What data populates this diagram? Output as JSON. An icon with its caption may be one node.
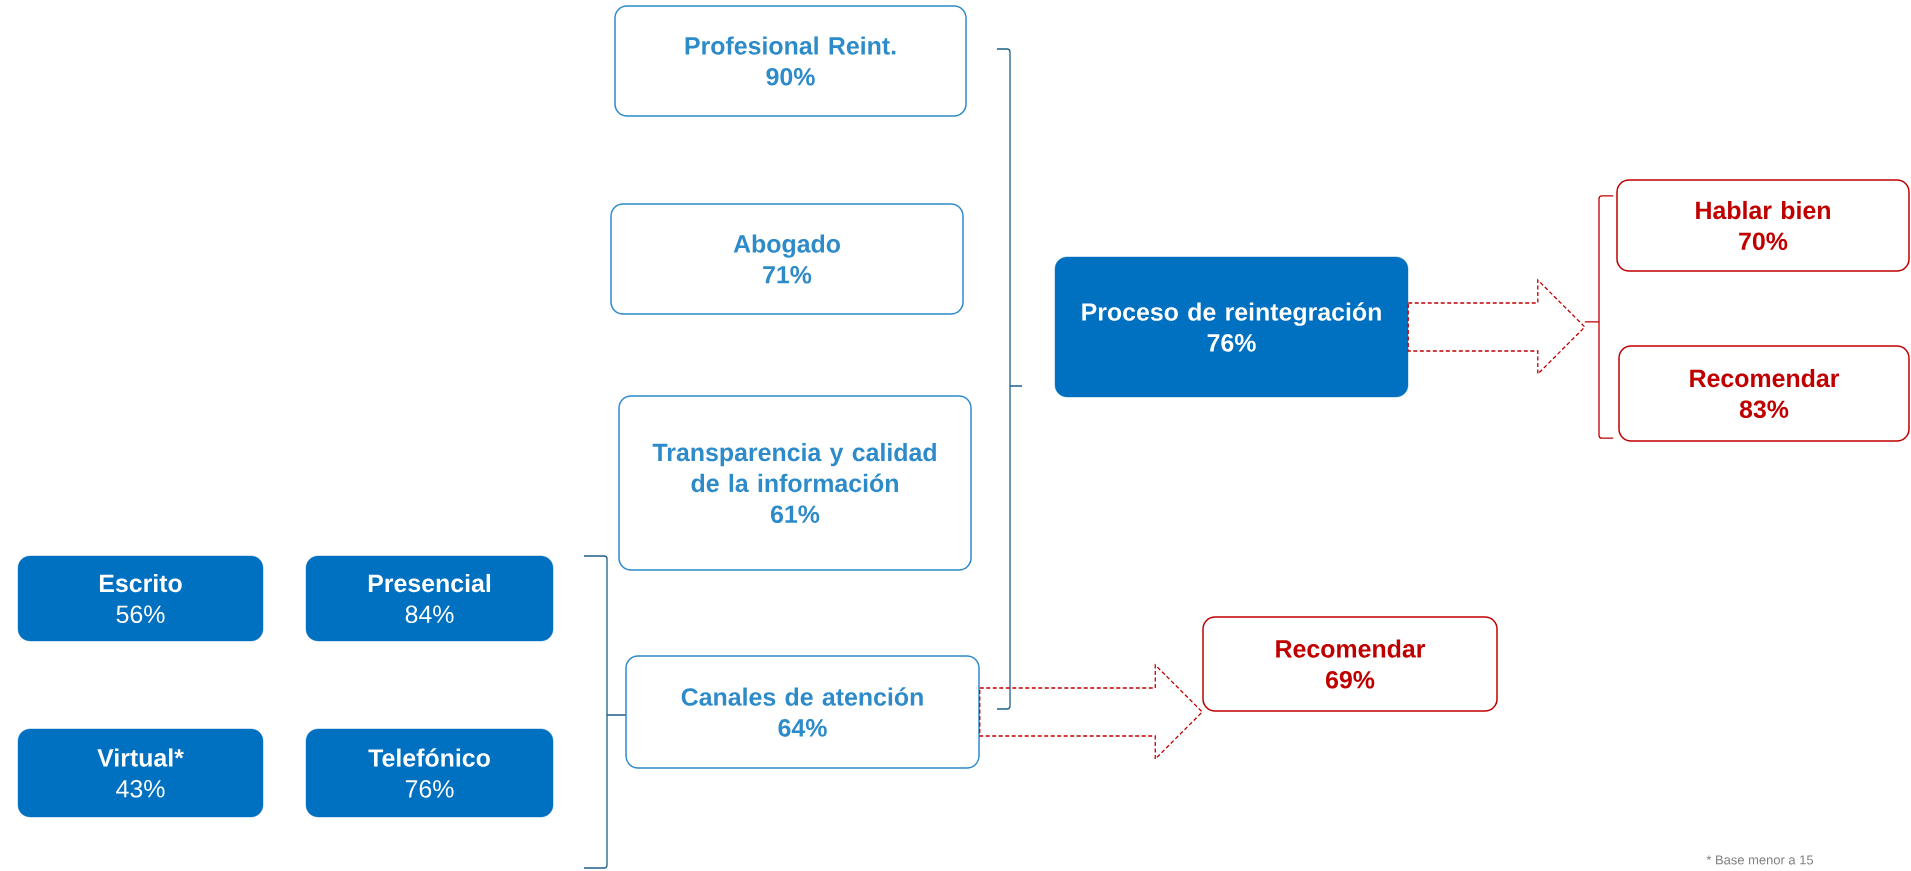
{
  "diagram": {
    "nodes": [
      {
        "text": [
          "Profesional Reint.",
          "90%"
        ]
      },
      {
        "text": [
          "Abogado",
          "71%"
        ]
      },
      {
        "text": [
          "Transparencia y calidad de la información",
          "61%"
        ]
      },
      {
        "text": [
          "Escrito",
          "56%"
        ]
      },
      {
        "text": [
          "Presencial",
          "84%"
        ]
      },
      {
        "text": [
          "Canales de atención",
          "64%"
        ]
      },
      {
        "text": [
          "Virtual*",
          "43%"
        ]
      },
      {
        "text": [
          "Telefónico",
          "76%"
        ]
      },
      {
        "text": [
          "Proceso de reintegración",
          "76%"
        ]
      },
      {
        "text": [
          "Hablar bien",
          "70%"
        ]
      },
      {
        "text": [
          "Recomendar",
          "83%"
        ]
      },
      {
        "text": [
          "Recomendar",
          "69%"
        ]
      },
      {
        "text": [],
        "shape": "bracket"
      }
    ],
    "edges": [
      {
        "from": 8,
        "to": 12,
        "arrow": "to",
        "style": "dashed"
      },
      {
        "from": 5,
        "to": 11,
        "arrow": "to",
        "style": "dashed"
      }
    ],
    "labels": [
      "* Base menor a 15"
    ]
  }
}
